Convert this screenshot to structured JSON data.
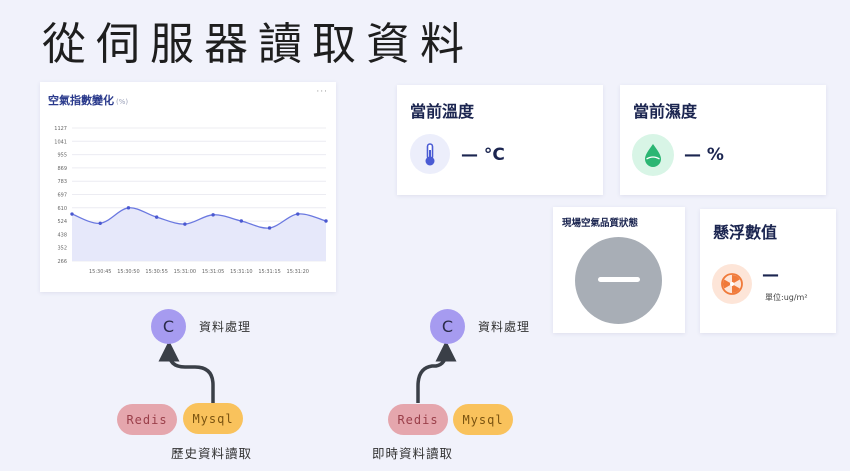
{
  "page": {
    "title": "從伺服器讀取資料"
  },
  "chart": {
    "title": "空氣指數變化",
    "unit": "(%)",
    "menu": "···"
  },
  "chart_data": {
    "type": "area",
    "title": "空氣指數變化",
    "y_ticks": [
      "1127",
      "1041",
      "955",
      "869",
      "783",
      "697",
      "610",
      "524",
      "438",
      "352",
      "266"
    ],
    "ylim": [
      266,
      1127
    ],
    "categories": [
      "",
      "15:30:45",
      "15:30:50",
      "15:30:55",
      "15:31:00",
      "15:31:05",
      "15:31:10",
      "15:31:15",
      "15:31:20",
      ""
    ],
    "x_ticks": [
      "15:30:45",
      "15:30:50",
      "15:30:55",
      "15:31:00",
      "15:31:05",
      "15:31:10",
      "15:31:15",
      "15:31:20"
    ],
    "values": [
      570,
      510,
      610,
      550,
      505,
      565,
      525,
      480,
      570,
      525
    ],
    "grid": true,
    "colors": {
      "line": "#6a78e0",
      "area": "#e6e8fa",
      "point": "#4a58d0"
    }
  },
  "temperature": {
    "title": "當前溫度",
    "value": "— °C",
    "icon": "thermometer-icon",
    "icon_bg": "#eceefb"
  },
  "humidity": {
    "title": "當前濕度",
    "value": "— %",
    "icon": "water-drop-icon",
    "icon_bg": "#d8f5e6"
  },
  "air_quality": {
    "title": "現場空氣品質狀態",
    "status_color": "#a8aeb6"
  },
  "pm": {
    "title": "懸浮數值",
    "value": "—",
    "unit": "單位:ug/m²",
    "icon": "fan-icon",
    "icon_bg": "#fde5d8"
  },
  "flow": {
    "left": {
      "node": "C",
      "label": "資料處理",
      "redis": "Redis",
      "mysql": "Mysql",
      "caption": "歷史資料讀取"
    },
    "right": {
      "node": "C",
      "label": "資料處理",
      "redis": "Redis",
      "mysql": "Mysql",
      "caption": "即時資料讀取"
    }
  }
}
